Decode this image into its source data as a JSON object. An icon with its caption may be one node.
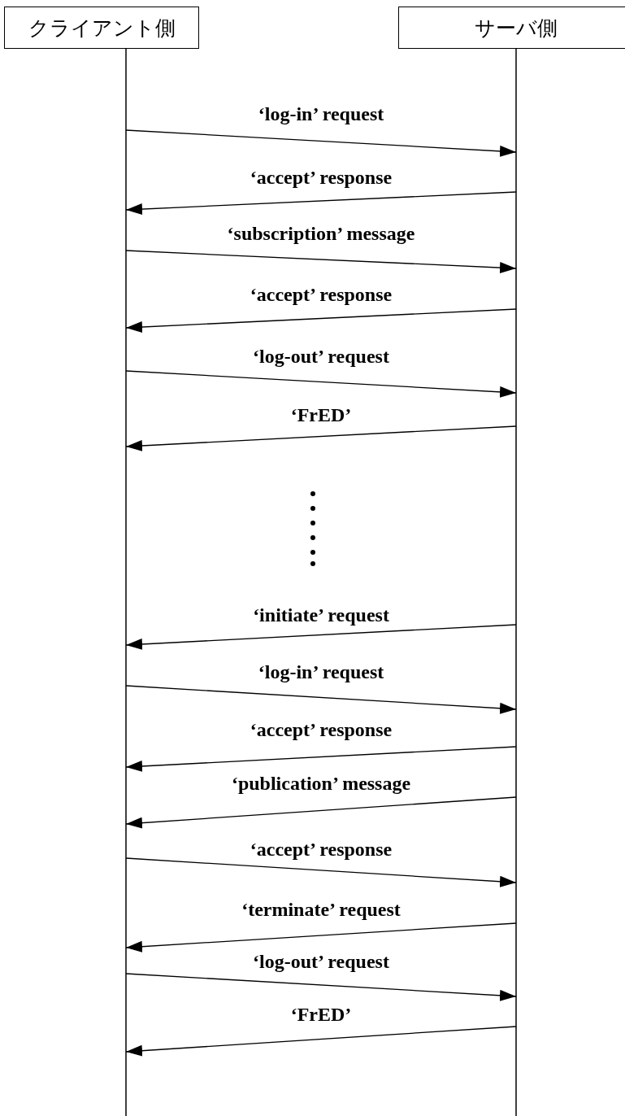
{
  "diagram": {
    "nodes": [
      {
        "text": [
          "クライアント側"
        ]
      },
      {
        "text": [
          "サーバ側"
        ]
      }
    ],
    "edges": [
      {
        "from": 0,
        "to": 1,
        "arrow": "to",
        "label": "‘log-in’ request"
      },
      {
        "from": 1,
        "to": 0,
        "arrow": "to",
        "label": "‘accept’ response"
      },
      {
        "from": 0,
        "to": 1,
        "arrow": "to",
        "label": "‘subscription’ message"
      },
      {
        "from": 1,
        "to": 0,
        "arrow": "to",
        "label": "‘accept’ response"
      },
      {
        "from": 0,
        "to": 1,
        "arrow": "to",
        "label": "‘log-out’ request"
      },
      {
        "from": 1,
        "to": 0,
        "arrow": "to",
        "label": "‘FrED’"
      },
      {
        "from": 1,
        "to": 0,
        "arrow": "to",
        "label": "‘initiate’ request"
      },
      {
        "from": 0,
        "to": 1,
        "arrow": "to",
        "label": "‘log-in’ request"
      },
      {
        "from": 1,
        "to": 0,
        "arrow": "to",
        "label": "‘accept’ response"
      },
      {
        "from": 1,
        "to": 0,
        "arrow": "to",
        "label": "‘publication’ message"
      },
      {
        "from": 0,
        "to": 1,
        "arrow": "to",
        "label": "‘accept’ response"
      },
      {
        "from": 1,
        "to": 0,
        "arrow": "to",
        "label": "‘terminate’ request"
      },
      {
        "from": 0,
        "to": 1,
        "arrow": "to",
        "label": "‘log-out’ request"
      },
      {
        "from": 1,
        "to": 0,
        "arrow": "to",
        "label": "‘FrED’"
      }
    ]
  }
}
